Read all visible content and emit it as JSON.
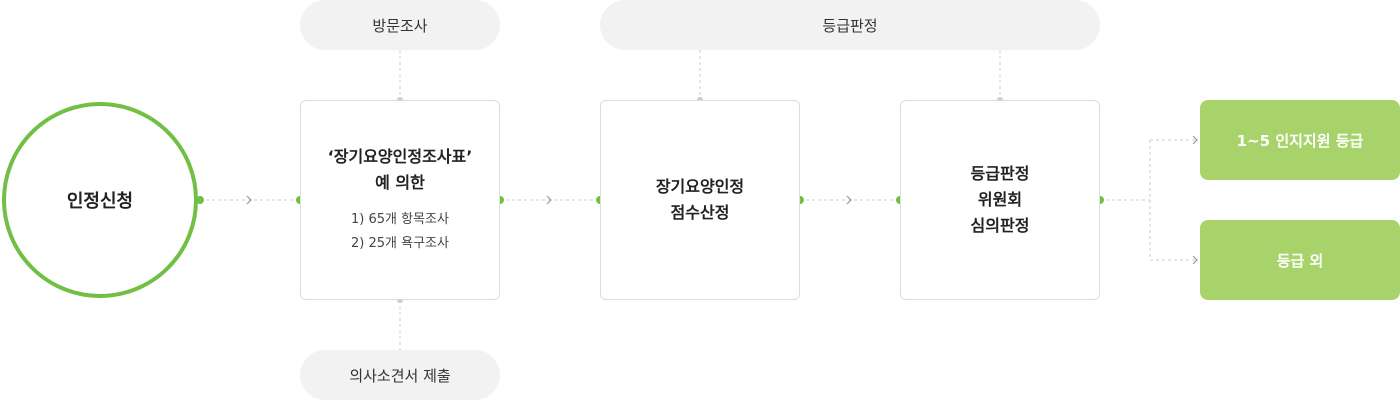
{
  "top_labels": {
    "visit_survey": "방문조사",
    "grade_decision": "등급판정"
  },
  "bottom_labels": {
    "doctor_opinion": "의사소견서 제출"
  },
  "application": {
    "label": "인정신청"
  },
  "survey_box": {
    "line1": "‘장기요양인정조사표’",
    "line2": "예 의한",
    "item1": "1) 65개 항목조사",
    "item2": "2) 25개 욕구조사"
  },
  "score_box": {
    "line1": "장기요양인정",
    "line2": "점수산정"
  },
  "committee_box": {
    "line1": "등급판정",
    "line2": "위원회",
    "line3": "심의판정"
  },
  "results": {
    "grades": "1~5 인지지원 등급",
    "other": "등급 외"
  },
  "colors": {
    "accent_green": "#72bf44",
    "result_green": "#a8d36a",
    "pill_gray": "#f2f2f2",
    "border_gray": "#dddddd"
  }
}
